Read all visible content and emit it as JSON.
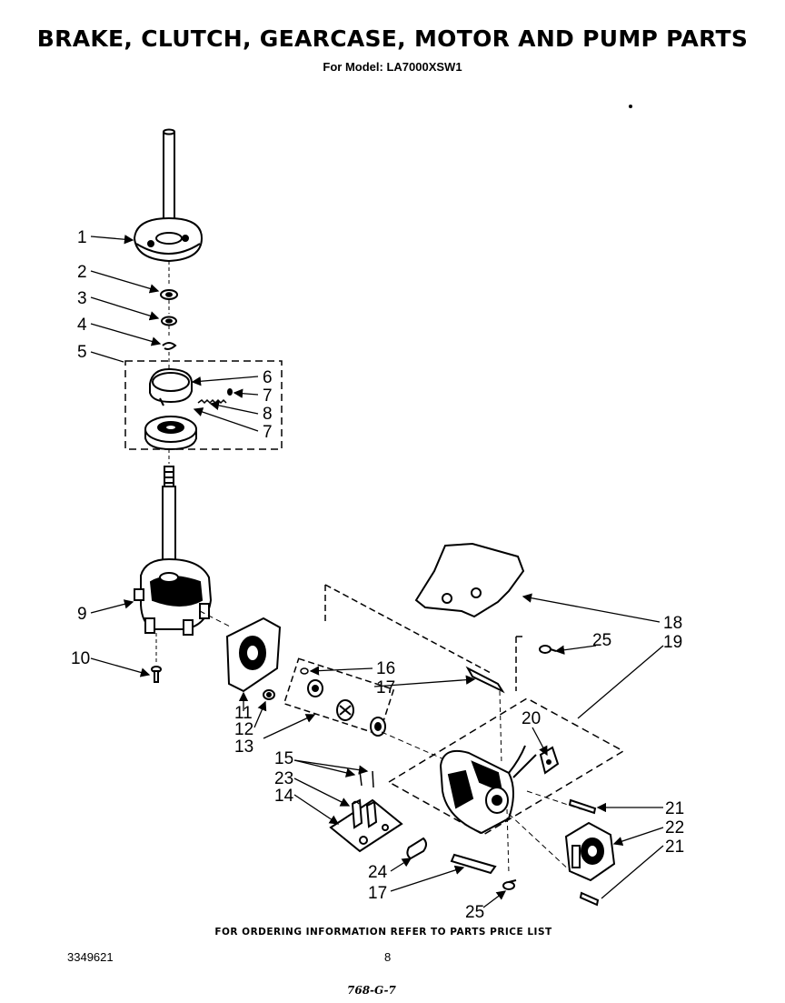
{
  "header": {
    "title": "BRAKE, CLUTCH, GEARCASE, MOTOR AND PUMP PARTS",
    "subtitle": "For Model: LA7000XSW1"
  },
  "callouts": {
    "c1": "1",
    "c2": "2",
    "c3": "3",
    "c4": "4",
    "c5": "5",
    "c6": "6",
    "c7a": "7",
    "c8": "8",
    "c7b": "7",
    "c9": "9",
    "c10": "10",
    "c11": "11",
    "c12": "12",
    "c13": "13",
    "c14": "14",
    "c15": "15",
    "c16": "16",
    "c17a": "17",
    "c17b": "17",
    "c18": "18",
    "c19": "19",
    "c20": "20",
    "c21a": "21",
    "c21b": "21",
    "c22": "22",
    "c23": "23",
    "c24": "24",
    "c25a": "25",
    "c25b": "25"
  },
  "footer": {
    "note": "FOR ORDERING INFORMATION REFER TO PARTS PRICE LIST",
    "doc_number": "3349621",
    "page_number": "8",
    "handwritten": "768-G-7"
  }
}
